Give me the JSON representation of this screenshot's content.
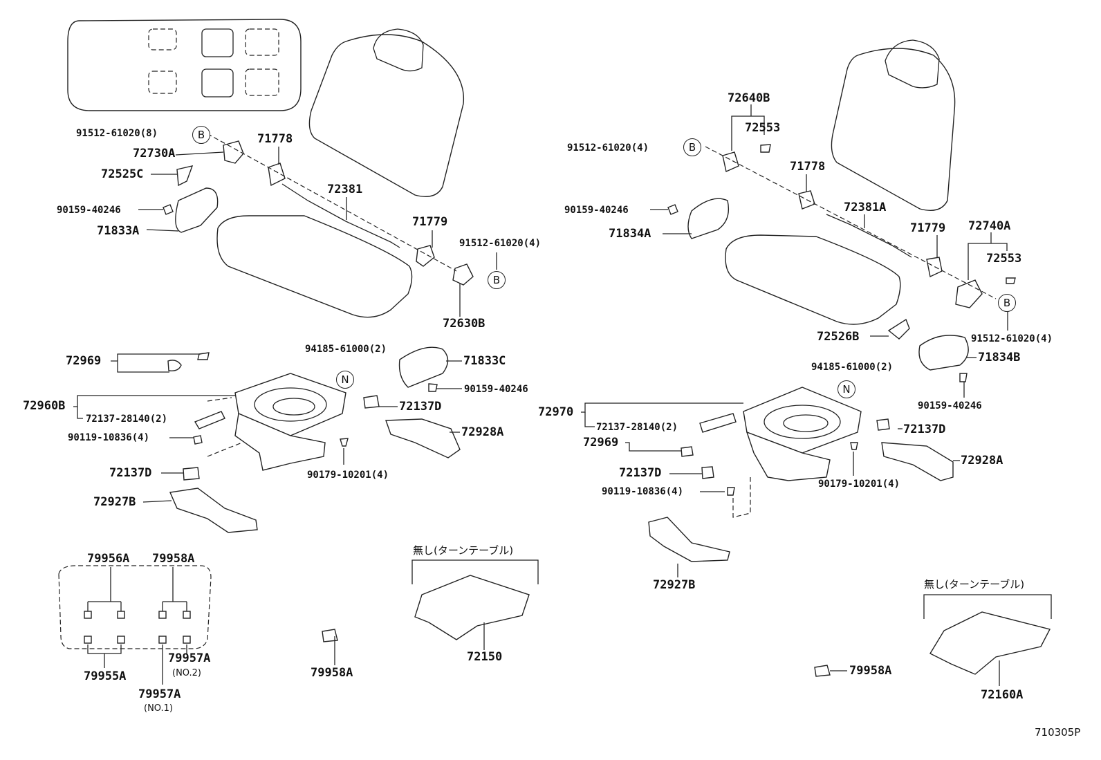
{
  "parts": {
    "p1": "91512-61020(8)",
    "p2": "72730A",
    "p3": "72525C",
    "p4": "90159-40246",
    "p5": "71833A",
    "p6": "71778",
    "p7": "72381",
    "p8": "71779",
    "p9": "91512-61020(4)",
    "p10": "72630B",
    "p11": "72969",
    "p12": "94185-61000(2)",
    "p13": "71833C",
    "p14": "90159-40246",
    "p15": "72960B",
    "p16": "72137-28140(2)",
    "p17": "72137D",
    "p18": "72928A",
    "p19": "90119-10836(4)",
    "p20": "90179-10201(4)",
    "p21": "72137D",
    "p22": "72927B",
    "p23": "79956A",
    "p24": "79958A",
    "p25": "79957A",
    "p26": "79955A",
    "p27": "79957A",
    "p28": "79958A",
    "p29": "72150",
    "r1": "72640B",
    "r2": "72553",
    "r3": "91512-61020(4)",
    "r4": "71778",
    "r5": "90159-40246",
    "r6": "71834A",
    "r7": "72381A",
    "r8": "71779",
    "r9": "72740A",
    "r10": "72553",
    "r11": "91512-61020(4)",
    "r12": "72526B",
    "r13": "94185-61000(2)",
    "r14": "71834B",
    "r15": "90159-40246",
    "r16": "72970",
    "r17": "72137-28140(2)",
    "r18": "72137D",
    "r19": "72969",
    "r20": "72928A",
    "r21": "72137D",
    "r22": "90179-10201(4)",
    "r23": "90119-10836(4)",
    "r24": "72927B",
    "r25": "79958A",
    "r26": "72160A"
  },
  "notes": {
    "no2": "(NO.2)",
    "no1": "(NO.1)",
    "jp_left": "無し(ターンテーブル)",
    "jp_right": "無し(ターンテーブル)"
  },
  "codes": {
    "b": "B",
    "n": "N"
  },
  "footer": {
    "id": "710305P"
  }
}
